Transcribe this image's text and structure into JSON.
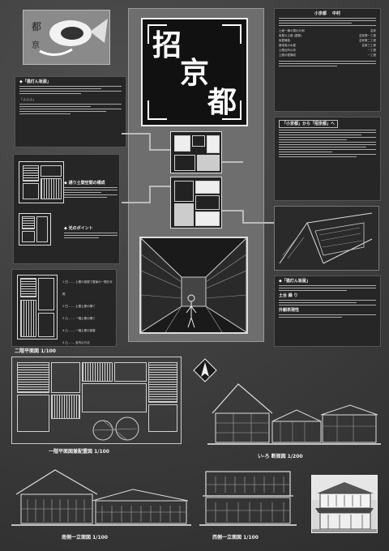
{
  "title": {
    "c1": "招",
    "c2": "京",
    "c3": "都"
  },
  "author": {
    "label": "小京都",
    "name": "中村"
  },
  "sections": {
    "intro_heading": "◆「猫灯ん坂屋」",
    "small_note": "「ふふふ」",
    "keyword1": "◆ 通り土間空間の構成",
    "keyword2": "◆ 光のポイント",
    "right_heading": "「小京都」から「招京都」へ",
    "bottom_right_heading": "◆「猫灯ん坂屋」",
    "sub1": "土台 縁 り",
    "sub2": "外観表現性"
  },
  "list_items": [
    "土蔵一棟の展示片側",
    "家屋の土蔵 (屋敷)",
    "家屋構造",
    "路地奥の水屋",
    "土間台所の床",
    "土間の壁構成"
  ],
  "list_right": [
    "芸家",
    "芸家第一工程",
    "芸家第二工程",
    "芸家三工程",
    "一工程",
    "一工程"
  ],
  "legend_items": [
    "1 凹  ……  土間の部屋で雪景の一間を対照",
    "2 凹  ……  土間土間の隔て",
    "3 凸  ……  一階土間の隔て",
    "4 凸  ……  一階土間の部屋",
    "5 凸  ……  室内の方法"
  ],
  "captions": {
    "floor2": "二階平面図    1/100",
    "floor1": "一階平面図兼配置図    1/100",
    "section": "い-ろ  断面図    1/200",
    "south": "南側一立面図    1/100",
    "west": "西側一立面図    1/100"
  },
  "colors": {
    "accent": "#ffffff",
    "panel_dark": "#262626",
    "background": "#3c3c3c"
  }
}
